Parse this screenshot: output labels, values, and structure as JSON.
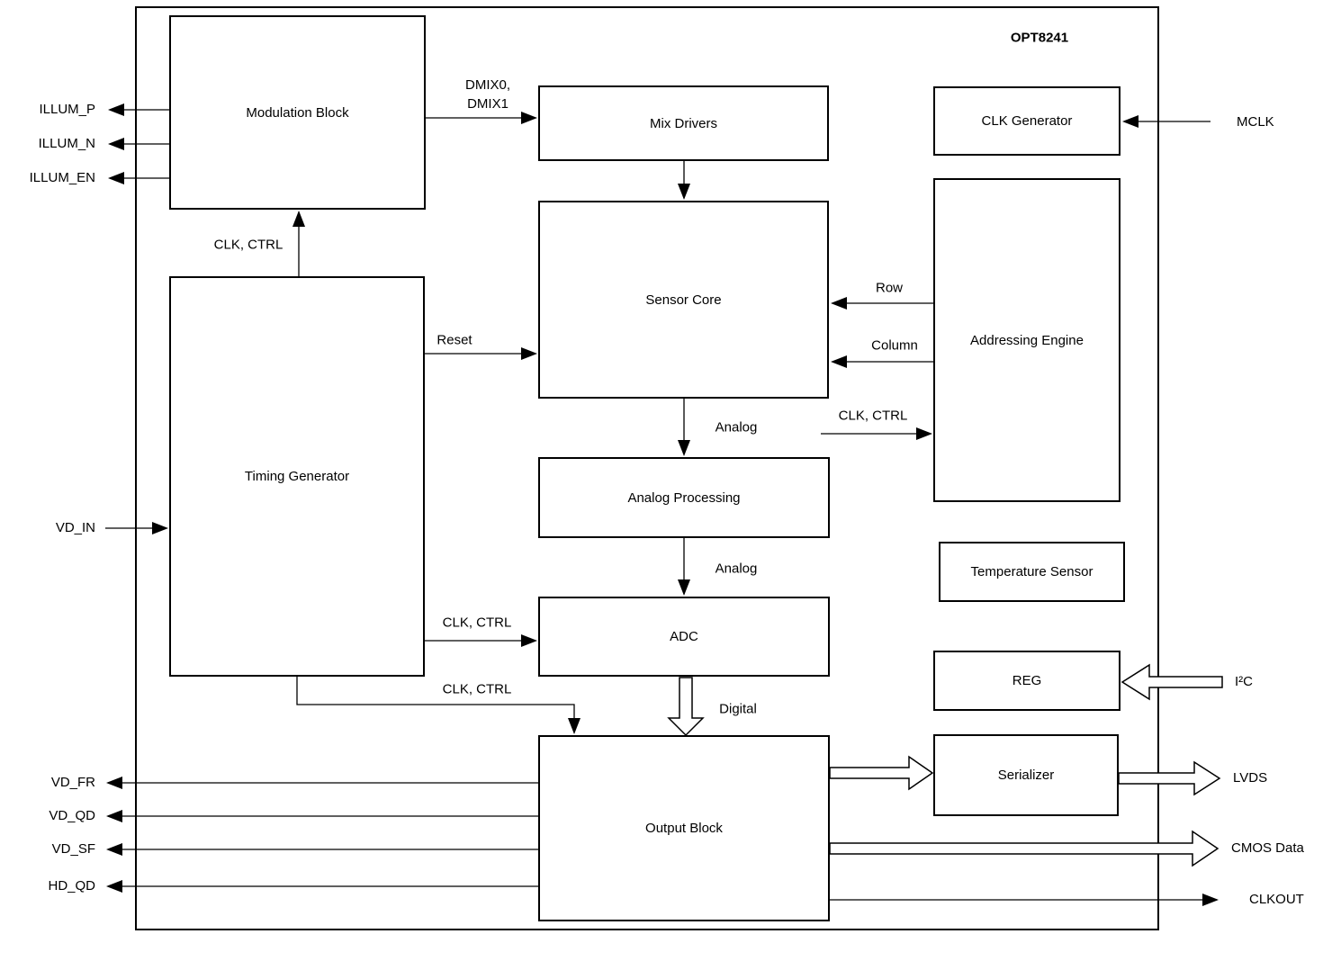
{
  "chip_label": "OPT8241",
  "blocks": {
    "modulation": "Modulation Block",
    "mix_drivers": "Mix Drivers",
    "clk_generator": "CLK Generator",
    "sensor_core": "Sensor Core",
    "addressing_engine": "Addressing Engine",
    "timing_generator": "Timing Generator",
    "analog_processing": "Analog Processing",
    "temperature_sensor": "Temperature Sensor",
    "adc": "ADC",
    "reg": "REG",
    "output_block": "Output Block",
    "serializer": "Serializer"
  },
  "pins": {
    "illum_p": "ILLUM_P",
    "illum_n": "ILLUM_N",
    "illum_en": "ILLUM_EN",
    "vd_in": "VD_IN",
    "vd_fr": "VD_FR",
    "vd_qd": "VD_QD",
    "vd_sf": "VD_SF",
    "hd_qd": "HD_QD",
    "mclk": "MCLK",
    "i2c": "I²C",
    "lvds": "LVDS",
    "cmos_data": "CMOS Data",
    "clkout": "CLKOUT"
  },
  "signals": {
    "dmix": "DMIX0,\nDMIX1",
    "clk_ctrl": "CLK, CTRL",
    "reset": "Reset",
    "row": "Row",
    "column": "Column",
    "analog": "Analog",
    "digital": "Digital"
  },
  "colors": {
    "line": "#000000",
    "background": "#ffffff"
  }
}
